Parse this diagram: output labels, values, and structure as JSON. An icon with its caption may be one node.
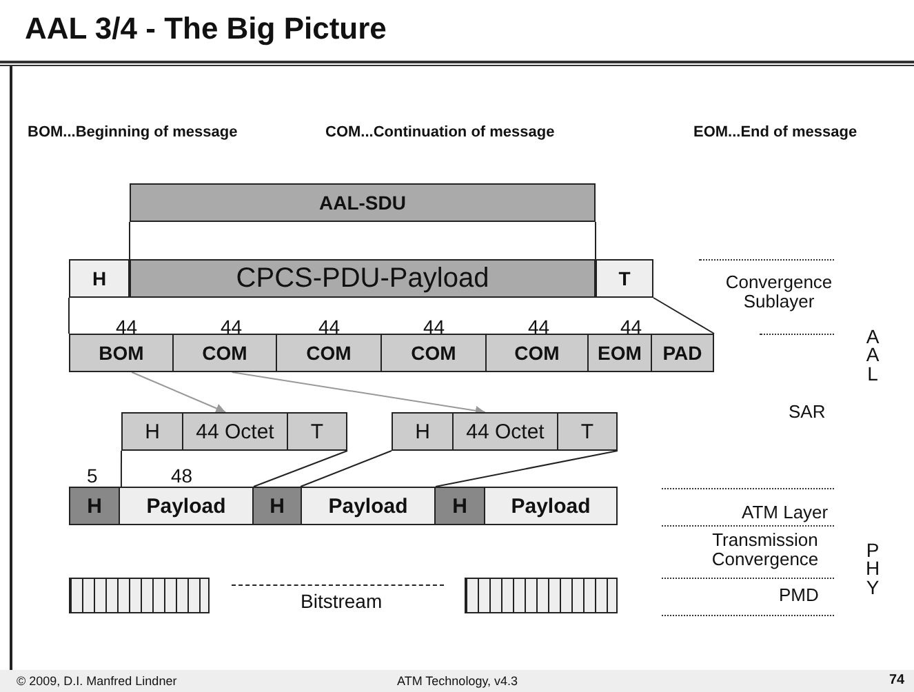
{
  "diagram": {
    "title": "AAL 3/4 - The Big Picture",
    "nodes": [
      {
        "text": [
          "AAL-SDU"
        ]
      },
      {
        "text": [
          "H"
        ]
      },
      {
        "text": [
          "CPCS-PDU-Payload"
        ]
      },
      {
        "text": [
          "T"
        ]
      },
      {
        "text": [
          "BOM"
        ]
      },
      {
        "text": [
          "COM"
        ]
      },
      {
        "text": [
          "COM"
        ]
      },
      {
        "text": [
          "COM"
        ]
      },
      {
        "text": [
          "COM"
        ]
      },
      {
        "text": [
          "EOM"
        ]
      },
      {
        "text": [
          "PAD"
        ]
      },
      {
        "text": [
          "H"
        ]
      },
      {
        "text": [
          "44 Octet"
        ]
      },
      {
        "text": [
          "T"
        ]
      },
      {
        "text": [
          "H"
        ]
      },
      {
        "text": [
          "44 Octet"
        ]
      },
      {
        "text": [
          "T"
        ]
      },
      {
        "text": [
          "H"
        ]
      },
      {
        "text": [
          "Payload"
        ]
      },
      {
        "text": [
          "H"
        ]
      },
      {
        "text": [
          "Payload"
        ]
      },
      {
        "text": [
          "H"
        ]
      },
      {
        "text": [
          "Payload"
        ]
      },
      {
        "text": [],
        "shape": "bar"
      },
      {
        "text": [],
        "shape": "bar"
      }
    ],
    "edges": [
      {
        "from": 0,
        "to": 2,
        "arrow": "none"
      },
      {
        "from": 0,
        "to": 2,
        "arrow": "none"
      },
      {
        "from": 1,
        "to": 4,
        "arrow": "none"
      },
      {
        "from": 3,
        "to": 10,
        "arrow": "none"
      },
      {
        "from": 4,
        "to": 12,
        "arrow": "to",
        "color": "#999999"
      },
      {
        "from": 5,
        "to": 15,
        "arrow": "to",
        "color": "#999999"
      },
      {
        "from": 11,
        "to": 18,
        "arrow": "none"
      },
      {
        "from": 13,
        "to": 18,
        "arrow": "none"
      },
      {
        "from": 14,
        "to": 20,
        "arrow": "none"
      },
      {
        "from": 16,
        "to": 20,
        "arrow": "none"
      }
    ],
    "labels": [
      "BOM...Beginning of message",
      "COM...Continuation of message",
      "EOM...End of message",
      "44",
      "44",
      "44",
      "44",
      "44",
      "44",
      "Convergence Sublayer",
      "AAL",
      "SAR",
      "5",
      "48",
      "ATM Layer",
      "Transmission Convergence",
      "PHY",
      "Bitstream",
      "PMD",
      "© 2009, D.I. Manfred Lindner",
      "ATM Technology, v4.3",
      "74"
    ]
  }
}
